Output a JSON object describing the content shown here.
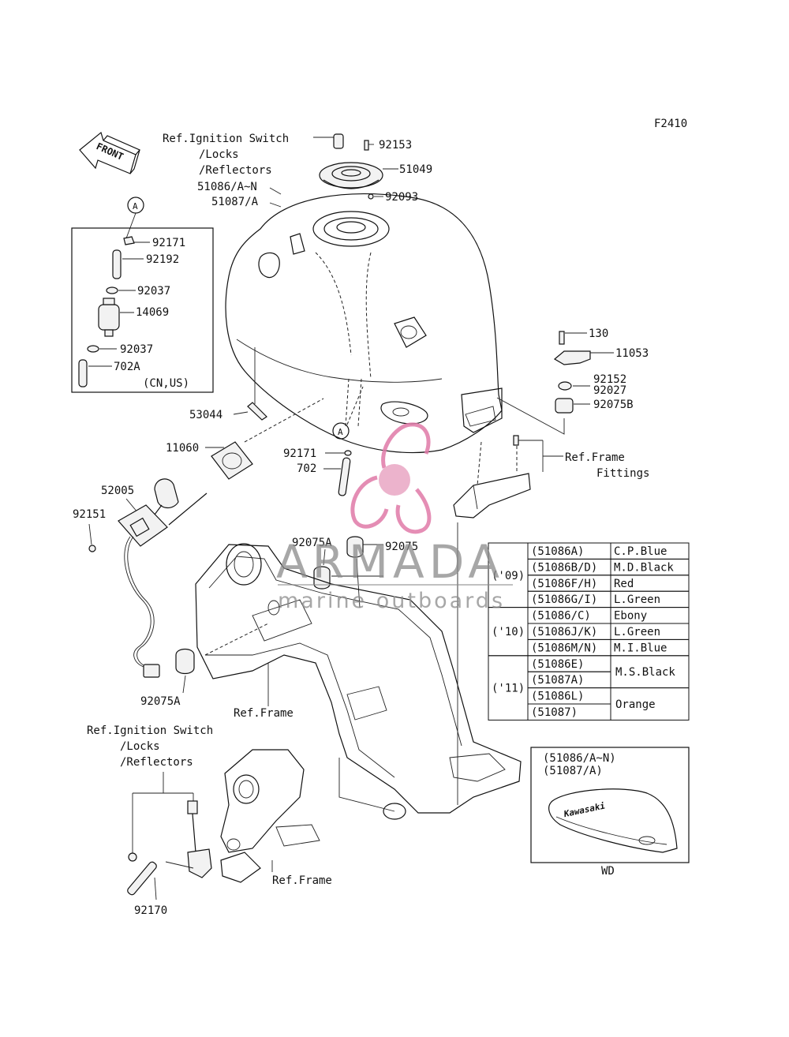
{
  "diagram_code": "F2410",
  "front_arrow": "FRONT",
  "refs": {
    "ign_top": [
      "Ref.Ignition Switch",
      "/Locks",
      "/Reflectors"
    ],
    "ign_bottom": [
      "Ref.Ignition Switch",
      "/Locks",
      "/Reflectors"
    ],
    "frame_fittings": [
      "Ref.Frame",
      "Fittings"
    ],
    "frame_mid": "Ref.Frame",
    "frame_bottom": "Ref.Frame"
  },
  "callout_a": "A",
  "labels": {
    "p92153": "92153",
    "p51049": "51049",
    "p92093": "92093",
    "p51086": "51086/A~N",
    "p51087": "51087/A",
    "p92171a": "92171",
    "p92192": "92192",
    "p92037a": "92037",
    "p14069": "14069",
    "p92037b": "92037",
    "p702a": "702A",
    "cnus": "(CN,US)",
    "p130": "130",
    "p11053": "11053",
    "p92152": "92152",
    "p92027": "92027",
    "p92075b": "92075B",
    "p53044": "53044",
    "p11060": "11060",
    "p92171b": "92171",
    "p702": "702",
    "p52005": "52005",
    "p92151": "92151",
    "p92075a_top": "92075A",
    "p92075": "92075",
    "p92075a_bot": "92075A",
    "p92170": "92170"
  },
  "color_table": {
    "groups": [
      {
        "year": "('09)",
        "rows": [
          {
            "code": "(51086A)",
            "color": "C.P.Blue"
          },
          {
            "code": "(51086B/D)",
            "color": "M.D.Black"
          },
          {
            "code": "(51086F/H)",
            "color": "Red"
          },
          {
            "code": "(51086G/I)",
            "color": "L.Green"
          }
        ]
      },
      {
        "year": "('10)",
        "rows": [
          {
            "code": "(51086/C)",
            "color": "Ebony"
          },
          {
            "code": "(51086J/K)",
            "color": "L.Green"
          },
          {
            "code": "(51086M/N)",
            "color": "M.I.Blue"
          }
        ]
      },
      {
        "year": "('11)",
        "rows": [
          {
            "code": "(51086E)"
          },
          {
            "code": "(51087A)"
          },
          {
            "code": "(51086L)"
          },
          {
            "code": "(51087)"
          }
        ],
        "merged_colors": [
          "M.S.Black",
          "Orange"
        ]
      }
    ]
  },
  "wd_box": {
    "lines": [
      "(51086/A~N)",
      "(51087/A)"
    ],
    "logo": "Kawasaki",
    "caption": "WD"
  },
  "watermark": {
    "brand": "ARMADA",
    "tagline": "marine outboards",
    "accent": "#e07aa8",
    "text_color": "#8a8a8a"
  }
}
